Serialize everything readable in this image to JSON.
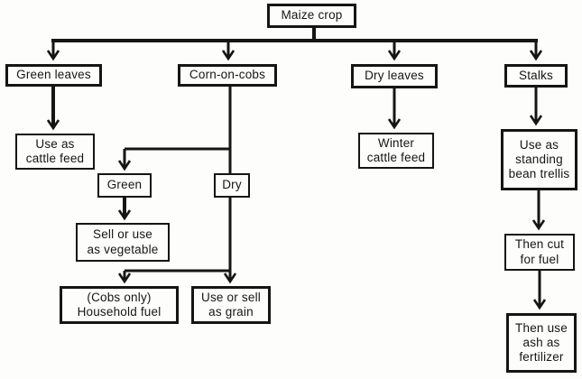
{
  "colors": {
    "ink": "#151515",
    "paper": "#fdfdfc"
  },
  "diagram": {
    "type": "flowchart",
    "nodes": {
      "maize": {
        "label": "Maize crop"
      },
      "green_leaves": {
        "label": "Green leaves"
      },
      "corn_on_cobs": {
        "label": "Corn-on-cobs"
      },
      "dry_leaves": {
        "label": "Dry leaves"
      },
      "stalks": {
        "label": "Stalks"
      },
      "cattle_feed": {
        "label": "Use as\ncattle feed"
      },
      "winter_feed": {
        "label": "Winter\ncattle feed"
      },
      "bean_trellis": {
        "label": "Use as\nstanding\nbean trellis"
      },
      "green": {
        "label": "Green"
      },
      "dry": {
        "label": "Dry"
      },
      "vegetable": {
        "label": "Sell or use\nas vegetable"
      },
      "household_fuel": {
        "label": "(Cobs only)\nHousehold fuel"
      },
      "grain": {
        "label": "Use or sell\nas grain"
      },
      "cut_fuel": {
        "label": "Then cut\nfor fuel"
      },
      "ash_fertilizer": {
        "label": "Then use\nash as\nfertilizer"
      }
    },
    "edges": [
      "maize -> green_leaves",
      "maize -> corn_on_cobs",
      "maize -> dry_leaves",
      "maize -> stalks",
      "green_leaves -> cattle_feed",
      "corn_on_cobs -> green",
      "corn_on_cobs -> dry",
      "green -> vegetable",
      "dry -> household_fuel",
      "dry -> grain",
      "dry_leaves -> winter_feed",
      "stalks -> bean_trellis",
      "bean_trellis -> cut_fuel",
      "cut_fuel -> ash_fertilizer"
    ]
  }
}
